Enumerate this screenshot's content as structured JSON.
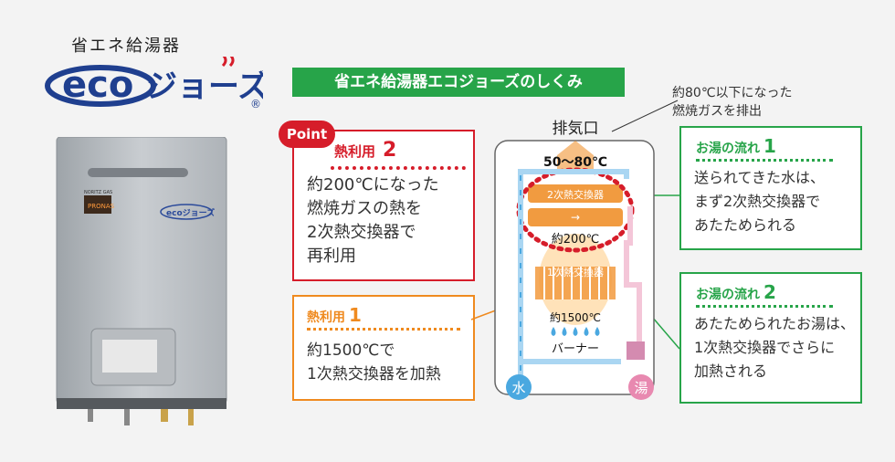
{
  "header": {
    "subtitle": "省エネ給湯器",
    "logo_text": "ecoジョーズ",
    "logo_mark": "®"
  },
  "banner": {
    "title": "省エネ給湯器エコジョーズのしくみ"
  },
  "note": {
    "line1": "約80℃以下になった",
    "line2": "燃焼ガスを排出"
  },
  "heater": {
    "brand": "PRONAS",
    "maker": "NORITZ GAS",
    "badge": "ecoジョーズ"
  },
  "point": {
    "badge": "Point",
    "title": "熱利用",
    "number": "2",
    "body": "約200℃になった\n燃焼ガスの熱を\n2次熱交換器で\n再利用"
  },
  "heat1": {
    "title": "熱利用",
    "number": "1",
    "body": "約1500℃で\n1次熱交換器を加熱"
  },
  "flow1": {
    "title": "お湯の流れ",
    "number": "1",
    "body": "送られてきた水は、\nまず2次熱交換器で\nあたためられる"
  },
  "flow2": {
    "title": "お湯の流れ",
    "number": "2",
    "body": "あたためられたお湯は、\n1次熱交換器でさらに\n加熱される"
  },
  "diagram": {
    "exhaust": "排気口",
    "temp_exhaust": "50〜80℃",
    "secondary": "2次熱交換器",
    "temp_mid": "約200℃",
    "primary": "1次熱交換器",
    "temp_burner": "約1500℃",
    "burner": "バーナー",
    "water": "水",
    "hot_water": "湯"
  },
  "colors": {
    "green": "#27a449",
    "red": "#d61d2a",
    "orange": "#ef8a1f",
    "blue": "#4aa8e0",
    "pink": "#e889b0"
  }
}
